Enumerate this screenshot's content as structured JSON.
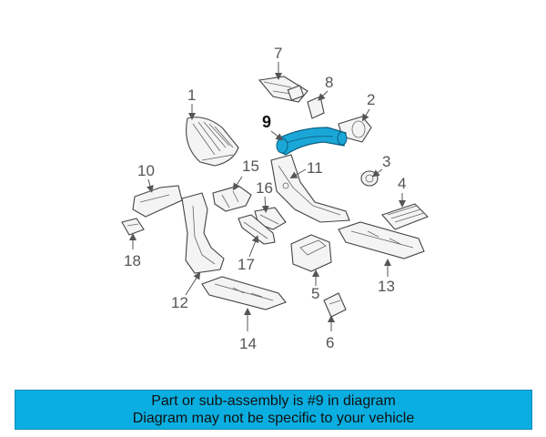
{
  "diagram": {
    "highlight_color": "#1aa7d8",
    "highlighted_part": "9",
    "callouts": {
      "p1": "1",
      "p2": "2",
      "p3": "3",
      "p4": "4",
      "p5": "5",
      "p6": "6",
      "p7": "7",
      "p8": "8",
      "p9": "9",
      "p10": "10",
      "p11": "11",
      "p12": "12",
      "p13": "13",
      "p14": "14",
      "p15": "15",
      "p16": "16",
      "p17": "17",
      "p18": "18"
    }
  },
  "banner": {
    "line1": "Part or sub-assembly is #9 in diagram",
    "line2": "Diagram may not be specific to your vehicle",
    "background": "#0aaee0"
  }
}
